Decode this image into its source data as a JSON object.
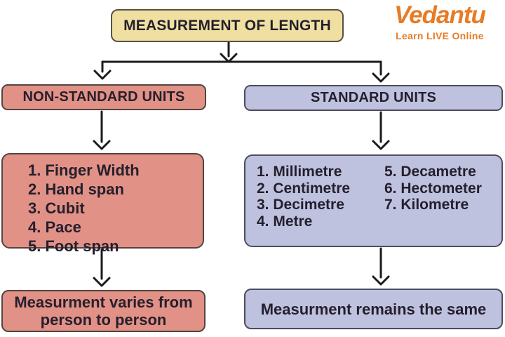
{
  "colors": {
    "cream": "#efe0a2",
    "salmon": "#e29186",
    "lavender": "#bfc2df",
    "ink": "#241f2d",
    "arrow": "#1b1b1b",
    "brand": "#e87b25",
    "border_warm": "#534440",
    "border_cool": "#4c4c5e",
    "border_title": "#5a5242"
  },
  "brand": {
    "name": "Vedantu",
    "tagline": "Learn LIVE Online"
  },
  "root": {
    "title": "MEASUREMENT OF LENGTH"
  },
  "non_standard": {
    "title": "NON-STANDARD UNITS",
    "items": [
      "1. Finger Width",
      "2. Hand span",
      "3. Cubit",
      "4. Pace",
      "5. Foot span"
    ],
    "conclusion": "Measurment varies from person to person"
  },
  "standard": {
    "title": "STANDARD UNITS",
    "items_col1": [
      "1. Millimetre",
      "2. Centimetre",
      "3. Decimetre",
      "4. Metre"
    ],
    "items_col2": [
      "5. Decametre",
      "6. Hectometer",
      "7. Kilometre"
    ],
    "conclusion": "Measurment remains the same"
  }
}
